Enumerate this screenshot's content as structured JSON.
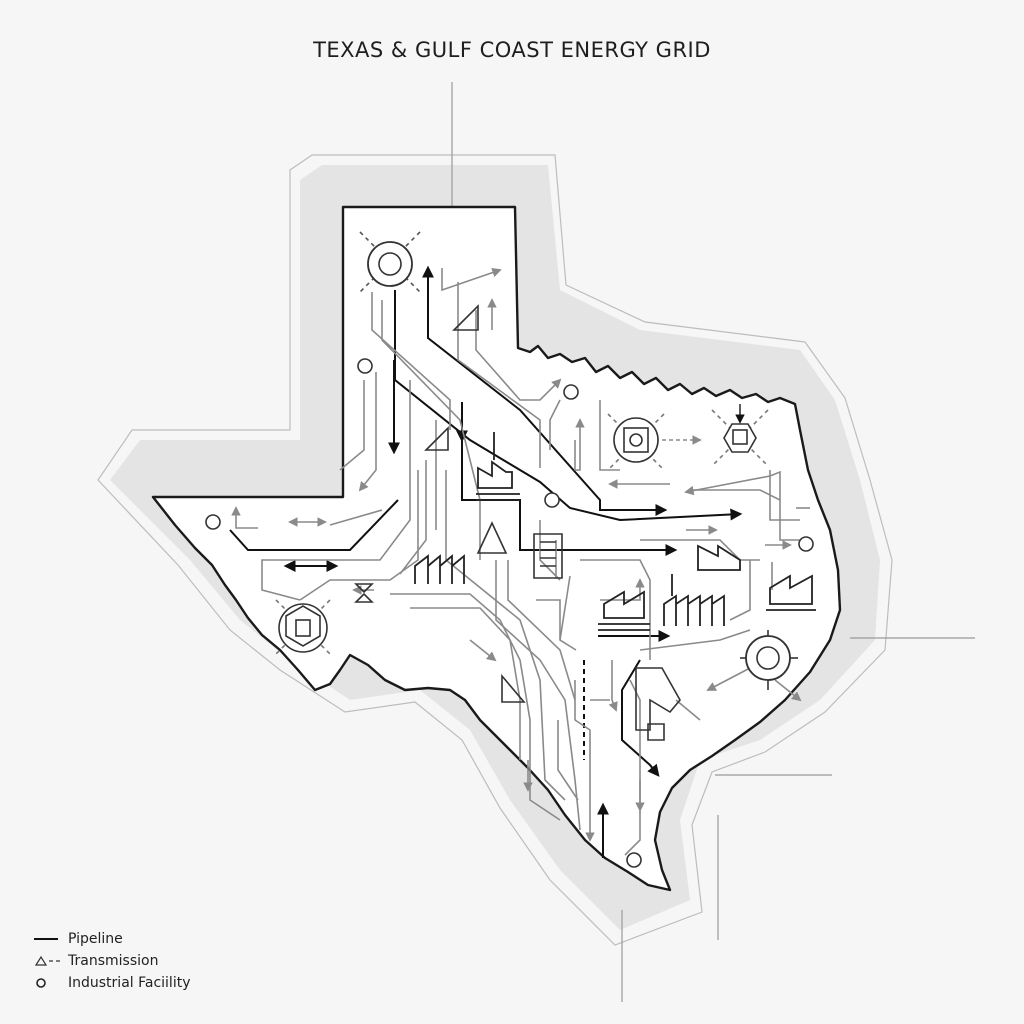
{
  "title": "TEXAS & GULF COAST ENERGY GRID",
  "legend": {
    "items": [
      {
        "label": "Pipeline",
        "symbol": "solid-line-icon"
      },
      {
        "label": "Transmission",
        "symbol": "triangle-dash-icon"
      },
      {
        "label": "Industrial Faciility",
        "symbol": "circle-icon"
      }
    ]
  },
  "colors": {
    "background": "#f6f6f6",
    "outline": "#1a1a1a",
    "halo": "#e2e2e2",
    "pipeline": "#111111",
    "transmission": "#8a8a8a",
    "facility": "#3a3a3a"
  }
}
